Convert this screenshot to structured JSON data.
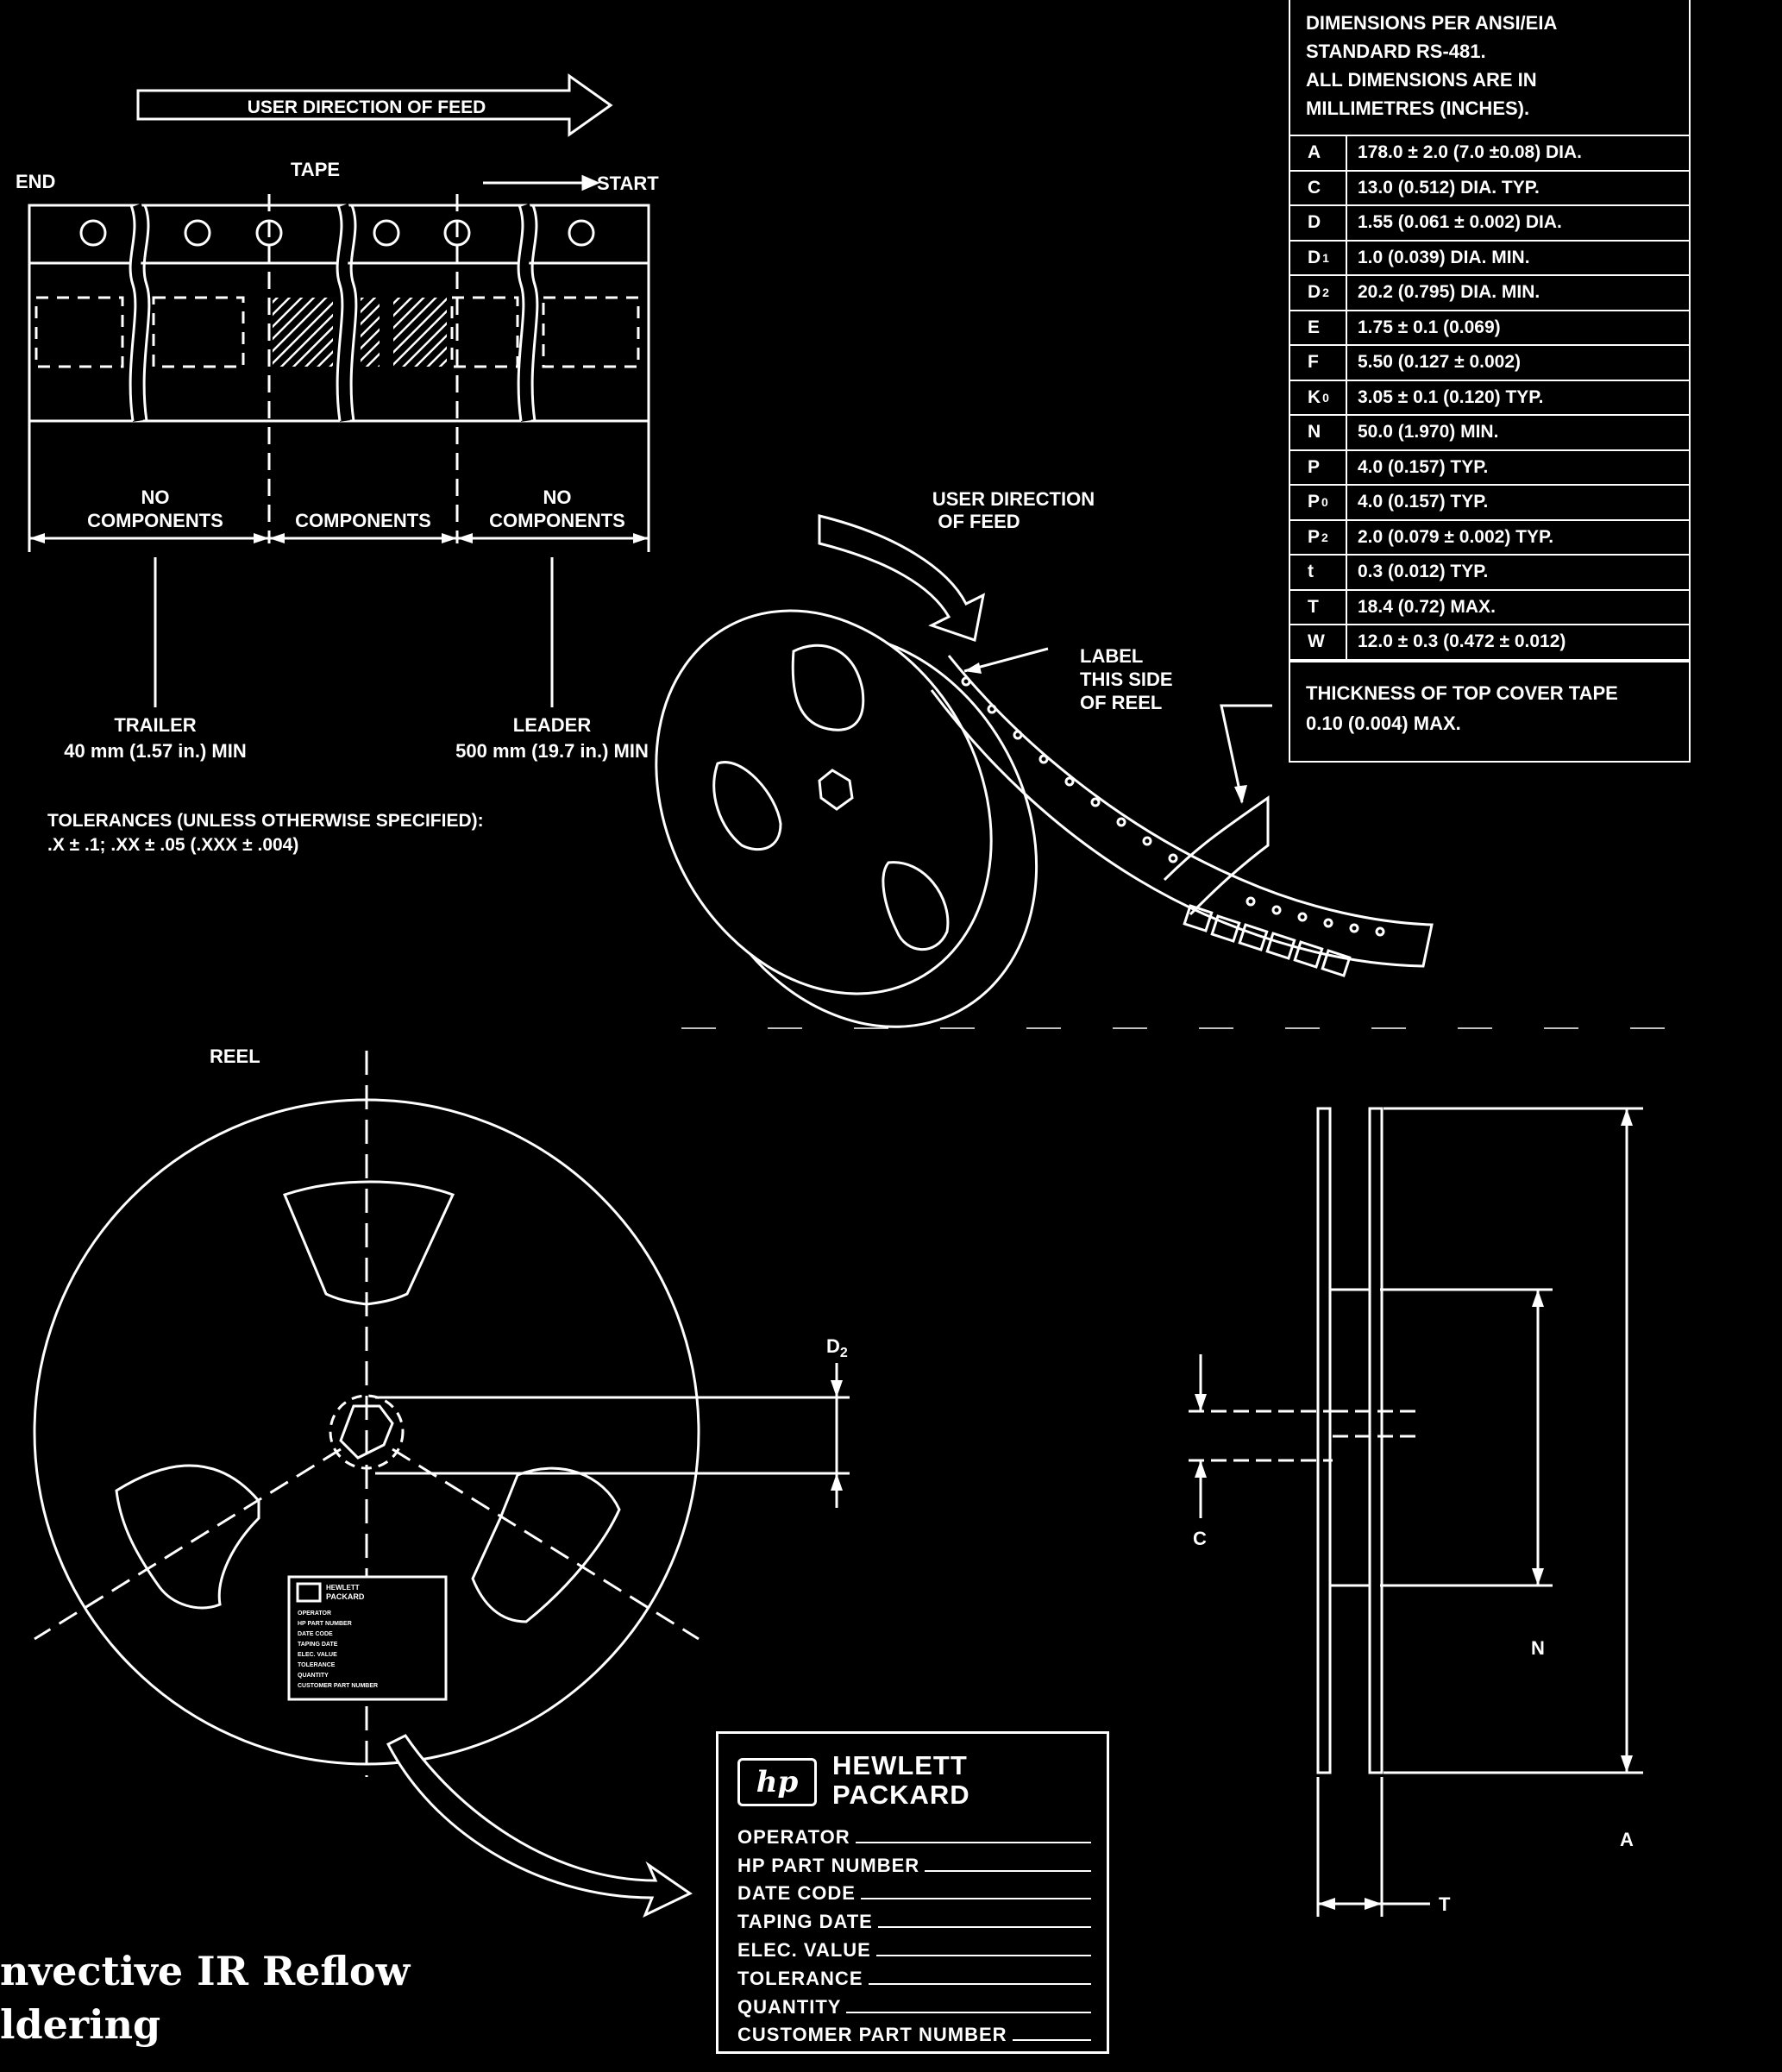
{
  "tape_diagram": {
    "feed_arrow_label": "USER DIRECTION OF FEED",
    "end_label": "END",
    "tape_label": "TAPE",
    "start_label": "START",
    "no_components_1": [
      "NO",
      "COMPONENTS"
    ],
    "components": "COMPONENTS",
    "no_components_2": [
      "NO",
      "COMPONENTS"
    ],
    "trailer": [
      "TRAILER",
      "40 mm (1.57 in.) MIN"
    ],
    "leader": [
      "LEADER",
      "500 mm (19.7 in.) MIN"
    ],
    "tolerances": [
      "TOLERANCES (UNLESS OTHERWISE SPECIFIED):",
      ".X ± .1; .XX ± .05 (.XXX ± .004)"
    ]
  },
  "reel_3d": {
    "feed_label": [
      "USER DIRECTION",
      "OF FEED"
    ],
    "label_side": [
      "LABEL",
      "THIS SIDE",
      "OF REEL"
    ]
  },
  "dimension_table": {
    "header": [
      "DIMENSIONS PER ANSI/EIA",
      "STANDARD RS-481.",
      "ALL DIMENSIONS ARE IN",
      "MILLIMETRES (INCHES)."
    ],
    "rows": [
      {
        "sym": "A",
        "sub": "",
        "val": "178.0 ± 2.0 (7.0 ±0.08) DIA."
      },
      {
        "sym": "C",
        "sub": "",
        "val": "13.0 (0.512) DIA. TYP."
      },
      {
        "sym": "D",
        "sub": "",
        "val": "1.55 (0.061 ± 0.002) DIA."
      },
      {
        "sym": "D",
        "sub": "1",
        "val": "1.0 (0.039) DIA. MIN."
      },
      {
        "sym": "D",
        "sub": "2",
        "val": "20.2 (0.795) DIA. MIN."
      },
      {
        "sym": "E",
        "sub": "",
        "val": "1.75 ± 0.1 (0.069)"
      },
      {
        "sym": "F",
        "sub": "",
        "val": "5.50 (0.127 ± 0.002)"
      },
      {
        "sym": "K",
        "sub": "0",
        "val": "3.05 ± 0.1 (0.120) TYP."
      },
      {
        "sym": "N",
        "sub": "",
        "val": "50.0 (1.970) MIN."
      },
      {
        "sym": "P",
        "sub": "",
        "val": "4.0 (0.157) TYP."
      },
      {
        "sym": "P",
        "sub": "0",
        "val": "4.0 (0.157) TYP."
      },
      {
        "sym": "P",
        "sub": "2",
        "val": "2.0 (0.079 ± 0.002) TYP."
      },
      {
        "sym": "t",
        "sub": "",
        "val": "0.3 (0.012) TYP."
      },
      {
        "sym": "T",
        "sub": "",
        "val": "18.4 (0.72) MAX."
      },
      {
        "sym": "W",
        "sub": "",
        "val": "12.0 ± 0.3 (0.472 ± 0.012)"
      }
    ],
    "footer": [
      "THICKNESS OF TOP COVER TAPE",
      "0.10 (0.004) MAX."
    ]
  },
  "reel_front": {
    "title": "REEL",
    "d2": "D",
    "d2_sub": "2",
    "small_label": {
      "brand": [
        "HEWLETT",
        "PACKARD"
      ],
      "fields": [
        "OPERATOR",
        "HP PART NUMBER",
        "DATE CODE",
        "TAPING DATE",
        "ELEC. VALUE",
        "TOLERANCE",
        "QUANTITY",
        "CUSTOMER PART NUMBER"
      ]
    }
  },
  "reel_side": {
    "c": "C",
    "n": "N",
    "a": "A",
    "t": "T"
  },
  "big_label": {
    "logo": "hp",
    "brand": [
      "HEWLETT",
      "PACKARD"
    ],
    "fields": [
      "OPERATOR",
      "HP PART NUMBER",
      "DATE CODE",
      "TAPING DATE",
      "ELEC. VALUE",
      "TOLERANCE",
      "QUANTITY",
      "CUSTOMER PART NUMBER"
    ]
  },
  "page_heading": [
    "nvective IR Reflow",
    "ldering"
  ]
}
